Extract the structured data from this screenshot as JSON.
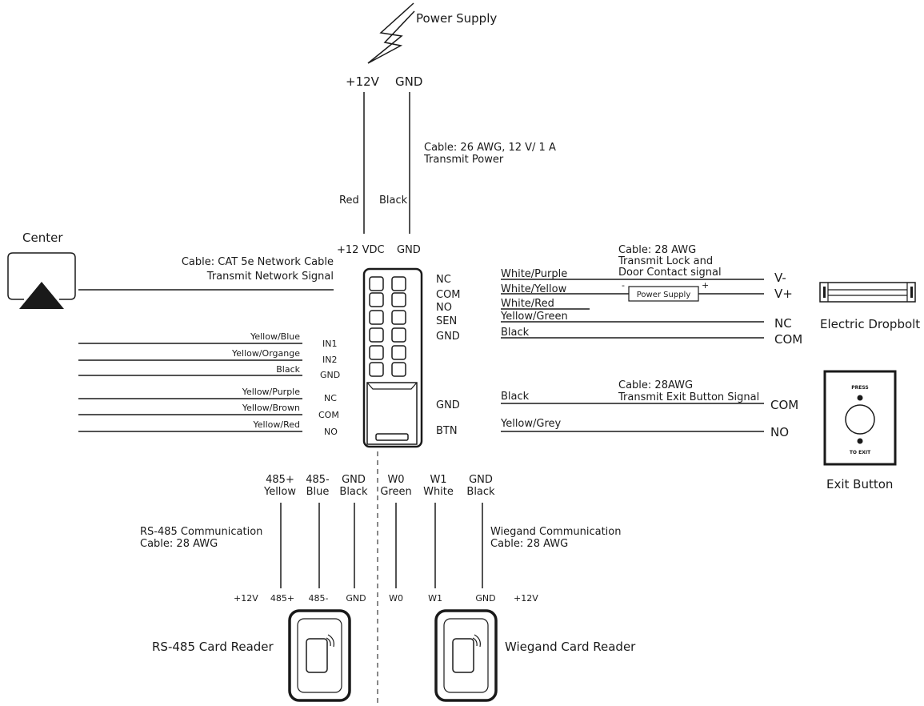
{
  "power": {
    "title": "Power Supply",
    "pos_label": "+12V",
    "gnd_label": "GND",
    "cable_line1": "Cable: 26 AWG, 12 V/ 1 A",
    "cable_line2": "Transmit Power",
    "red": "Red",
    "black": "Black",
    "vdc": "+12 VDC",
    "vdc_gnd": "GND"
  },
  "center": {
    "label": "Center",
    "cable_line1": "Cable: CAT 5e Network Cable",
    "cable_line2": "Transmit Network Signal"
  },
  "left_inputs": [
    {
      "wire": "Yellow/Blue",
      "terminal": "IN1"
    },
    {
      "wire": "Yellow/Organge",
      "terminal": "IN2"
    },
    {
      "wire": "Black",
      "terminal": "GND"
    },
    {
      "wire": "Yellow/Purple",
      "terminal": "NC"
    },
    {
      "wire": "Yellow/Brown",
      "terminal": "COM"
    },
    {
      "wire": "Yellow/Red",
      "terminal": "NO"
    }
  ],
  "lock_terminals": [
    "NC",
    "COM",
    "NO",
    "SEN",
    "GND"
  ],
  "button_terminals": [
    "GND",
    "BTN"
  ],
  "lock": {
    "cable_line1": "Cable: 28 AWG",
    "cable_line2": "Transmit Lock and",
    "cable_line3": "Door Contact signal",
    "wires": [
      "White/Purple",
      "White/Yellow",
      "White/Red",
      "Yellow/Green",
      "Black"
    ],
    "power_supply": "Power Supply",
    "minus": "-",
    "plus": "+",
    "v_minus": "V-",
    "v_plus": "V+",
    "nc": "NC",
    "com": "COM",
    "device": "Electric Dropbolt"
  },
  "exit": {
    "cable_line1": "Cable: 28AWG",
    "cable_line2": "Transmit  Exit Button Signal",
    "wire1": "Black",
    "wire2": "Yellow/Grey",
    "com": "COM",
    "no": "NO",
    "press": "PRESS",
    "to_exit": "TO EXIT",
    "device": "Exit Button"
  },
  "rs485": {
    "wires": [
      {
        "top": "485+",
        "color": "Yellow",
        "bottom": "485+"
      },
      {
        "top": "485-",
        "color": "Blue",
        "bottom": "485-"
      },
      {
        "top": "GND",
        "color": "Black",
        "bottom": "GND"
      }
    ],
    "v12": "+12V",
    "comm_line1": "RS-485 Communication",
    "comm_line2": "Cable: 28 AWG",
    "reader": "RS-485 Card Reader"
  },
  "wiegand": {
    "wires": [
      {
        "top": "W0",
        "color": "Green",
        "bottom": "W0"
      },
      {
        "top": "W1",
        "color": "White",
        "bottom": "W1"
      },
      {
        "top": "GND",
        "color": "Black",
        "bottom": "GND"
      }
    ],
    "v12": "+12V",
    "comm_line1": "Wiegand Communication",
    "comm_line2": "Cable: 28 AWG",
    "reader": "Wiegand Card Reader"
  }
}
